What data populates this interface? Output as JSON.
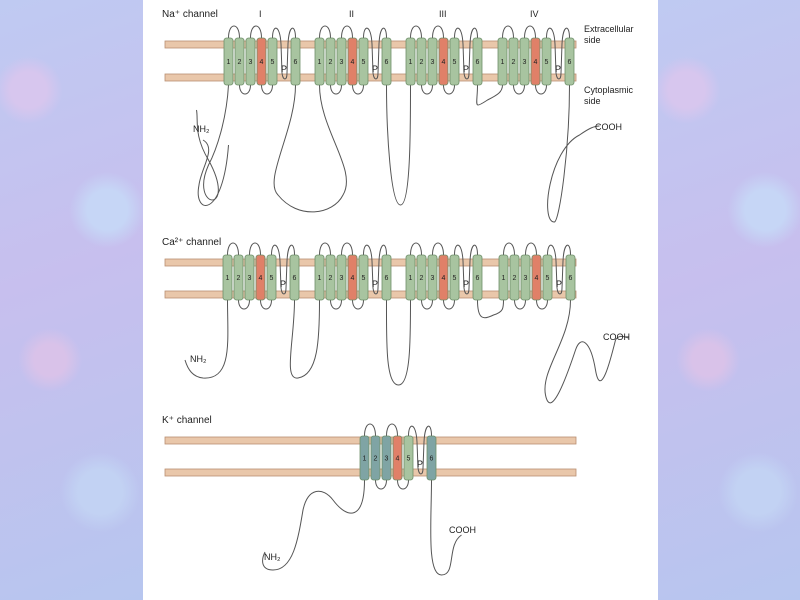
{
  "sections": [
    {
      "id": "na",
      "title": "Na⁺ channel",
      "extracellular_label_1": "Extracellular",
      "extracellular_label_2": "side",
      "cytoplasmic_label_1": "Cytoplasmic",
      "cytoplasmic_label_2": "side",
      "domains": [
        "I",
        "II",
        "III",
        "IV"
      ],
      "n_terminus": "NH₂",
      "c_terminus": "COOH"
    },
    {
      "id": "ca",
      "title": "Ca²⁺ channel",
      "n_terminus": "NH₂",
      "c_terminus": "COOH"
    },
    {
      "id": "k",
      "title": "K⁺ channel",
      "n_terminus": "NH₂",
      "c_terminus": "COOH"
    }
  ],
  "segment_labels": [
    "1",
    "2",
    "3",
    "4",
    "5",
    "6"
  ],
  "pore_label": "P",
  "colors": {
    "membrane": "#e9c7aa",
    "membrane_edge": "#b98f72",
    "helix_green": "#a8c4a0",
    "helix_green_dark": "#6f8f6a",
    "helix_red": "#e08068",
    "helix_teal": "#7fa4a4",
    "loop": "#555555",
    "background": "#b9c4ee"
  }
}
